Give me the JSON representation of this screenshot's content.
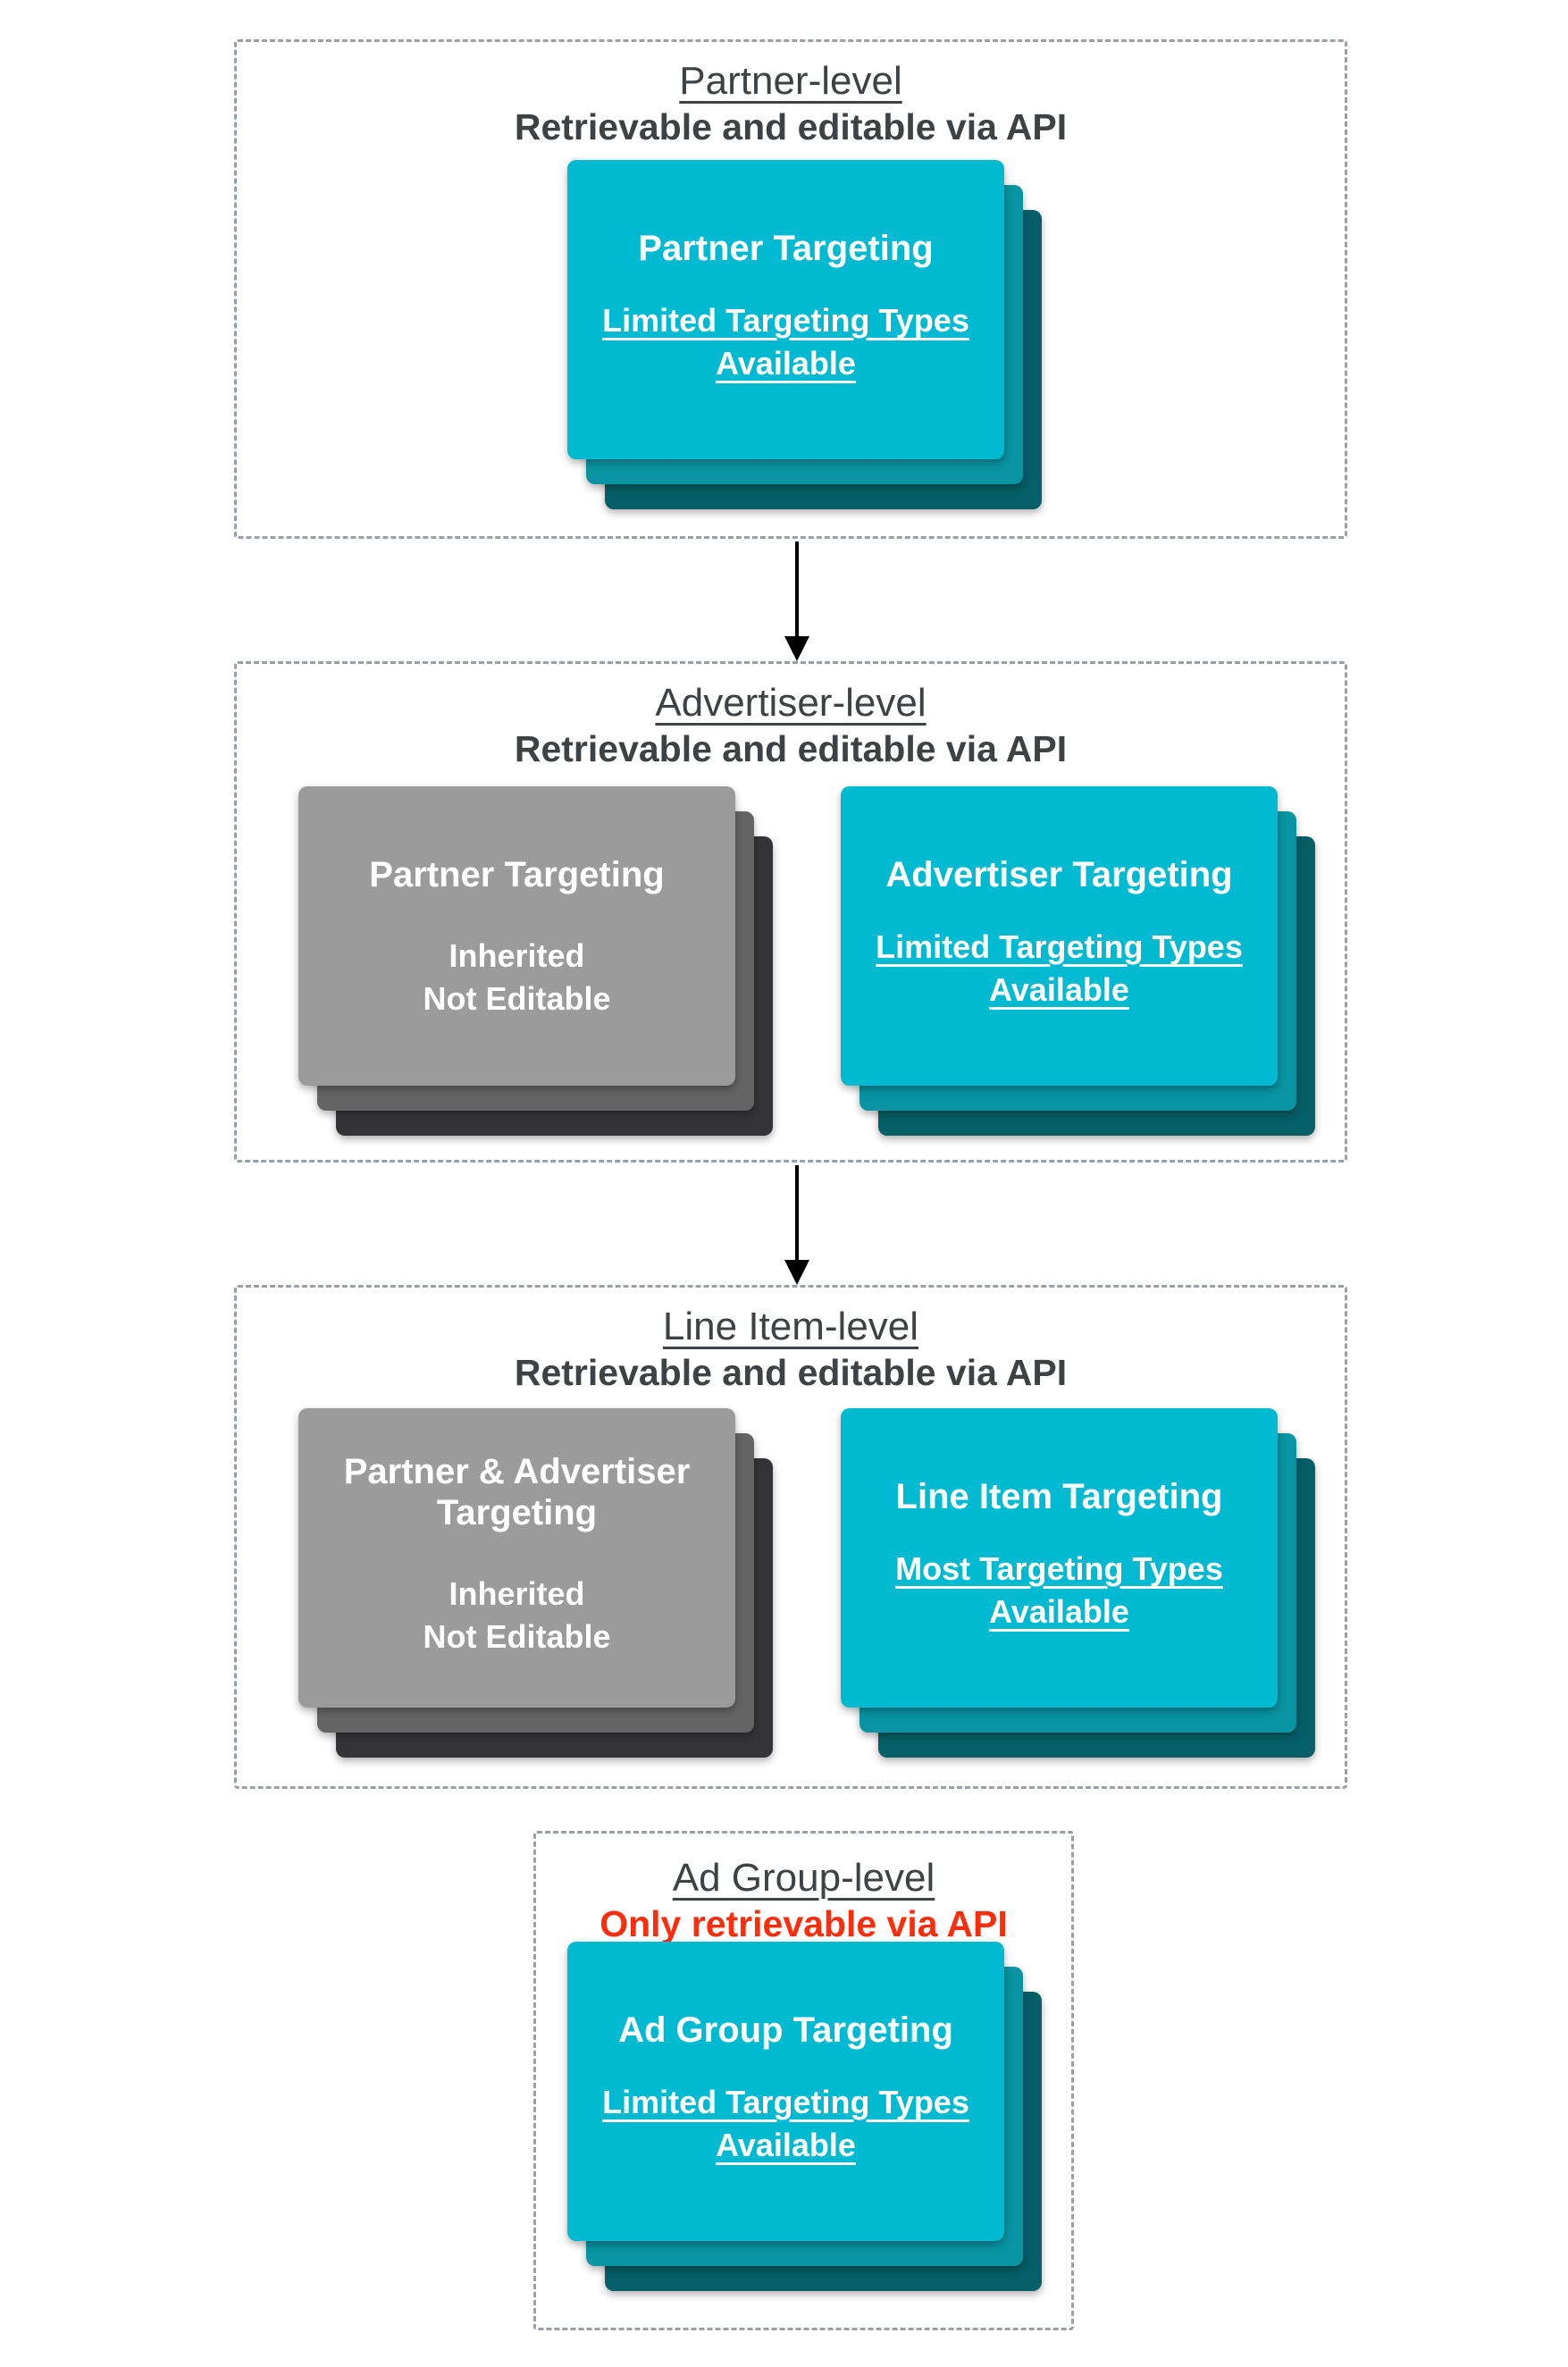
{
  "colors": {
    "teal": "#00bad1",
    "teal_mid": "#0894a2",
    "teal_dark": "#055f66",
    "gray": "#9b9b9b",
    "gray_mid": "#646464",
    "gray_dark": "#343437",
    "heading": "#3e4245",
    "red": "#fa2d0d",
    "border": "#9aa0a6",
    "arrow": "#000000",
    "card_text": "#ffffff"
  },
  "sections": [
    {
      "title": "Partner-level",
      "subtitle": "Retrievable and editable via API",
      "cards": [
        {
          "variant": "teal",
          "title": "Partner Targeting",
          "lines": [
            "Limited Targeting Types",
            "Available"
          ]
        }
      ]
    },
    {
      "title": "Advertiser-level",
      "subtitle": "Retrievable and editable via API",
      "cards": [
        {
          "variant": "gray",
          "title": "Partner Targeting",
          "lines": [
            "Inherited",
            "Not Editable"
          ]
        },
        {
          "variant": "teal",
          "title": "Advertiser Targeting",
          "lines": [
            "Limited Targeting Types",
            "Available"
          ]
        }
      ]
    },
    {
      "title": "Line Item-level",
      "subtitle": "Retrievable and editable via API",
      "cards": [
        {
          "variant": "gray",
          "title": "Partner & Advertiser Targeting",
          "lines": [
            "Inherited",
            "Not Editable"
          ]
        },
        {
          "variant": "teal",
          "title": "Line Item Targeting",
          "lines": [
            "Most Targeting Types",
            "Available"
          ]
        }
      ]
    },
    {
      "title": "Ad Group-level",
      "subtitle": "Only retrievable via API",
      "cards": [
        {
          "variant": "teal",
          "title": "Ad Group Targeting",
          "lines": [
            "Limited Targeting Types",
            "Available"
          ]
        }
      ]
    }
  ]
}
